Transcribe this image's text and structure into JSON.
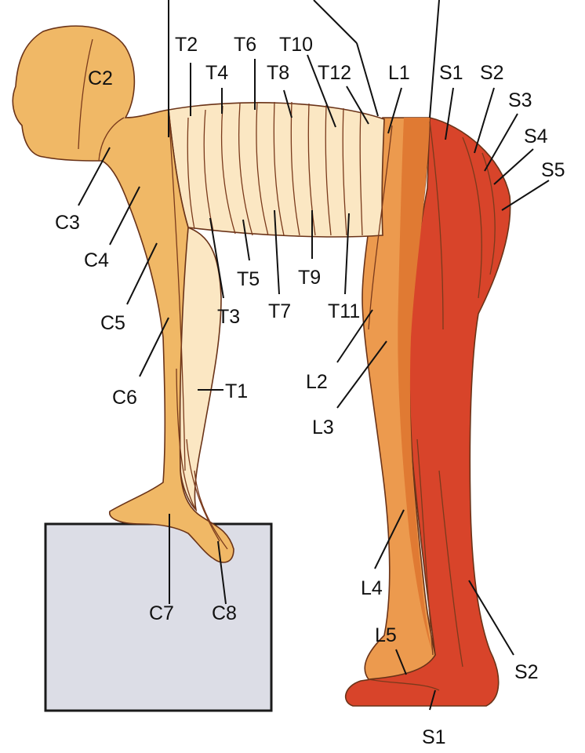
{
  "colors": {
    "skin_cervical": "#f0b866",
    "skin_thoracic": "#fbe7c3",
    "skin_lumbar": "#ec9a4e",
    "skin_lumbar_dark": "#e07a33",
    "skin_sacral": "#d8442a",
    "box_fill": "#dcdde6",
    "line": "#111111"
  },
  "labels": {
    "C2": "C2",
    "C3": "C3",
    "C4": "C4",
    "C5": "C5",
    "C6": "C6",
    "C7": "C7",
    "C8": "C8",
    "T1": "T1",
    "T2": "T2",
    "T3": "T3",
    "T4": "T4",
    "T5": "T5",
    "T6": "T6",
    "T7": "T7",
    "T8": "T8",
    "T9": "T9",
    "T10": "T10",
    "T11": "T11",
    "T12": "T12",
    "L1": "L1",
    "L2": "L2",
    "L3": "L3",
    "L4": "L4",
    "L5": "L5",
    "S1_top": "S1",
    "S2_top": "S2",
    "S3": "S3",
    "S4": "S4",
    "S5": "S5",
    "S2_leg": "S2",
    "S1_foot": "S1"
  }
}
